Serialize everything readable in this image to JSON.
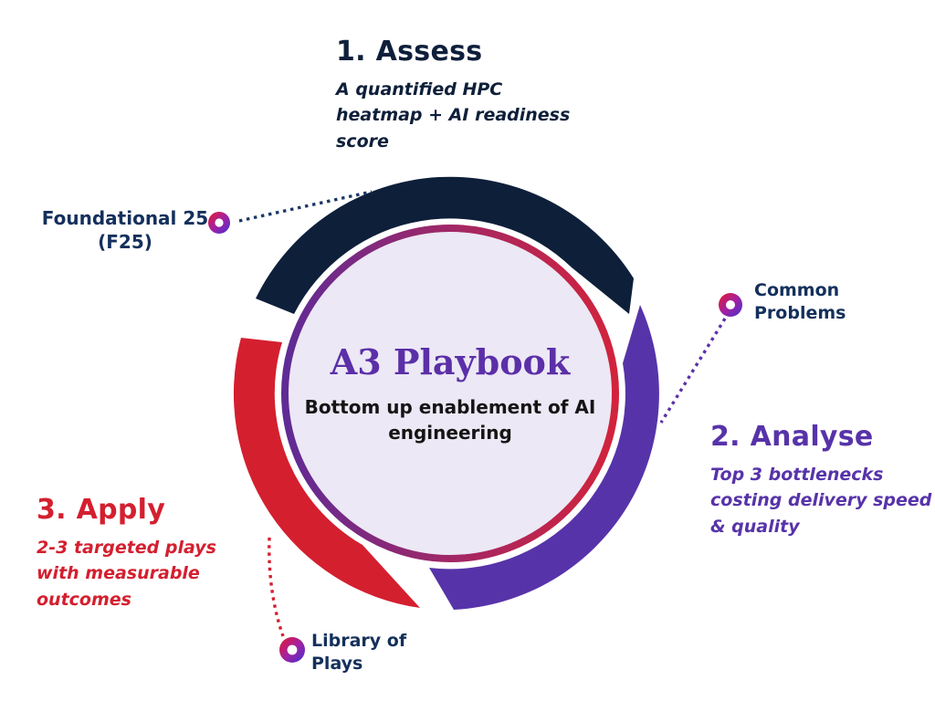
{
  "center": {
    "title": "A3 Playbook",
    "subtitle": "Bottom up enablement of AI engineering"
  },
  "stages": [
    {
      "heading": "1. Assess",
      "description": "A quantified HPC heatmap + AI readiness score",
      "color": "#0e1f3a"
    },
    {
      "heading": "2. Analyse",
      "description": "Top 3 bottlenecks costing delivery speed & quality",
      "color": "#5733a9"
    },
    {
      "heading": "3. Apply",
      "description": "2-3 targeted plays with measurable outcomes",
      "color": "#d41f2f"
    }
  ],
  "callouts": [
    {
      "line1": "Foundational 25",
      "line2": "(F25)",
      "line_color": "#1a3866"
    },
    {
      "line1": "Common",
      "line2": "Problems",
      "line_color": "#5b2fa8"
    },
    {
      "line1": "Library of",
      "line2": "Plays",
      "line_color": "#d41f2f"
    }
  ],
  "colors": {
    "background": "#ffffff",
    "callout_text": "#14305c",
    "center_fill": "#ece8f5",
    "center_title": "#5b2fa8",
    "center_subtitle": "#151515",
    "border_gradient_start": "#5f2b95",
    "border_gradient_mid": "#a12766",
    "border_gradient_end": "#d2233c",
    "icon_gradient_start": "#e51a2d",
    "icon_gradient_mid": "#a4219f",
    "icon_gradient_end": "#4330d4"
  }
}
